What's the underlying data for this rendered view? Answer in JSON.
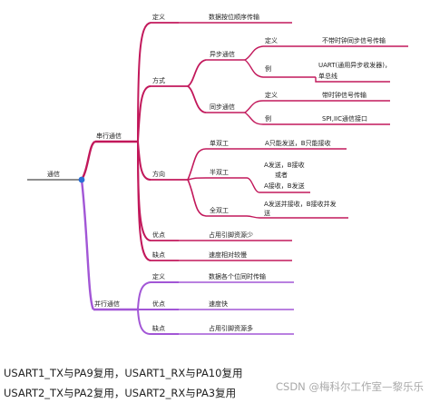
{
  "colors": {
    "serial": "#c2185b",
    "parallel": "#a256d6",
    "root": "#8e8e8e",
    "dot": "#2b6fd6"
  },
  "root": {
    "label": "通信"
  },
  "serial": {
    "label": "串行通信",
    "def": {
      "label": "定义",
      "value": "数据按位顺序传输"
    },
    "mode": {
      "label": "方式",
      "async": {
        "label": "异步通信",
        "def_label": "定义",
        "def_value": "不带时钟同步信号传输",
        "ex_label": "例",
        "ex_value_1": "UART(通用异步收发器)，",
        "ex_value_2": "单总线"
      },
      "sync": {
        "label": "同步通信",
        "def_label": "定义",
        "def_value": "带时钟信号传输",
        "ex_label": "例",
        "ex_value": "SPI,IIC通信接口"
      }
    },
    "direction": {
      "label": "方向",
      "simplex": {
        "label": "单双工",
        "value": "A只能发送，B只能接收"
      },
      "half": {
        "label": "半双工",
        "value_1": "A发送，B接收",
        "value_2": "或者",
        "value_3": "A接收，B发送"
      },
      "full": {
        "label": "全双工",
        "value_1": "A发送并接收，B接收并发",
        "value_2": "送"
      }
    },
    "pros": {
      "label": "优点",
      "value": "占用引脚资源少"
    },
    "cons": {
      "label": "缺点",
      "value": "速度相对较慢"
    }
  },
  "parallel": {
    "label": "并行通信",
    "def": {
      "label": "定义",
      "value": "数据各个位同时传输"
    },
    "pros": {
      "label": "优点",
      "value": "速度快"
    },
    "cons": {
      "label": "缺点",
      "value": "占用引脚资源多"
    }
  },
  "captions": {
    "line1": "USART1_TX与PA9复用，USART1_RX与PA10复用",
    "line2": "USART2_TX与PA2复用，USART2_RX与PA3复用"
  },
  "watermark": "CSDN @梅科尔工作室—黎乐乐"
}
